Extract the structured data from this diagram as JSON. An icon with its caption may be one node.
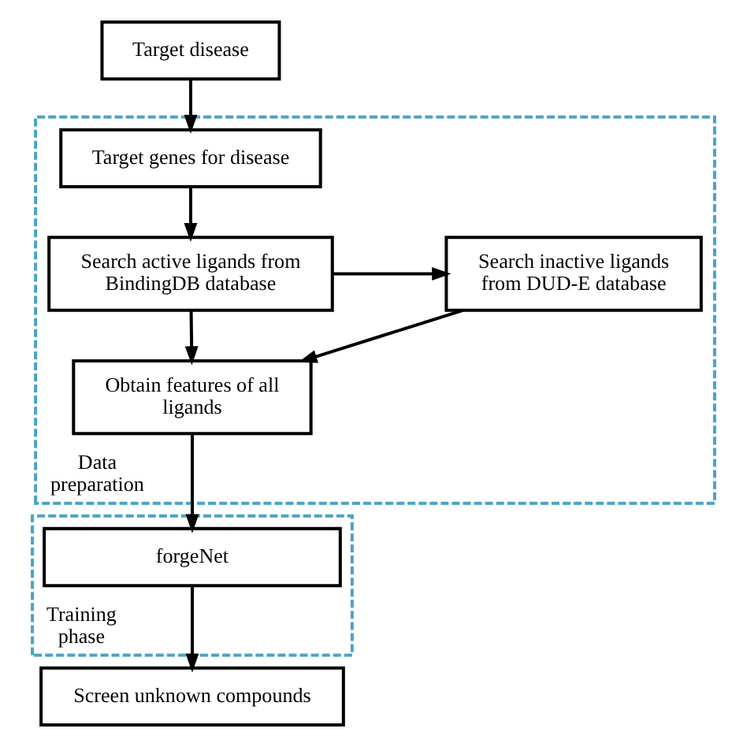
{
  "diagram": {
    "nodes": [
      {
        "text": [
          "Target disease"
        ]
      },
      {
        "text": [
          "Data preparation"
        ]
      },
      {
        "text": [
          "Target genes for disease"
        ],
        "in": 1
      },
      {
        "text": [
          "Search active ligands from BindingDB database"
        ],
        "in": 1
      },
      {
        "text": [
          "Search inactive ligands from DUD-E database"
        ],
        "in": 1
      },
      {
        "text": [
          "Obtain features of all ligands"
        ],
        "in": 1
      },
      {
        "text": [
          "Training phase"
        ]
      },
      {
        "text": [
          "forgeNet"
        ],
        "in": 6
      },
      {
        "text": [
          "Screen unknown compounds"
        ]
      }
    ],
    "edges": [
      {
        "from": 0,
        "to": 2,
        "arrow": "to"
      },
      {
        "from": 2,
        "to": 3,
        "arrow": "to"
      },
      {
        "from": 3,
        "to": 4,
        "arrow": "to"
      },
      {
        "from": 3,
        "to": 5,
        "arrow": "to"
      },
      {
        "from": 4,
        "to": 5,
        "arrow": "to"
      },
      {
        "from": 5,
        "to": 7,
        "arrow": "to"
      },
      {
        "from": 7,
        "to": 8,
        "arrow": "to"
      }
    ]
  }
}
